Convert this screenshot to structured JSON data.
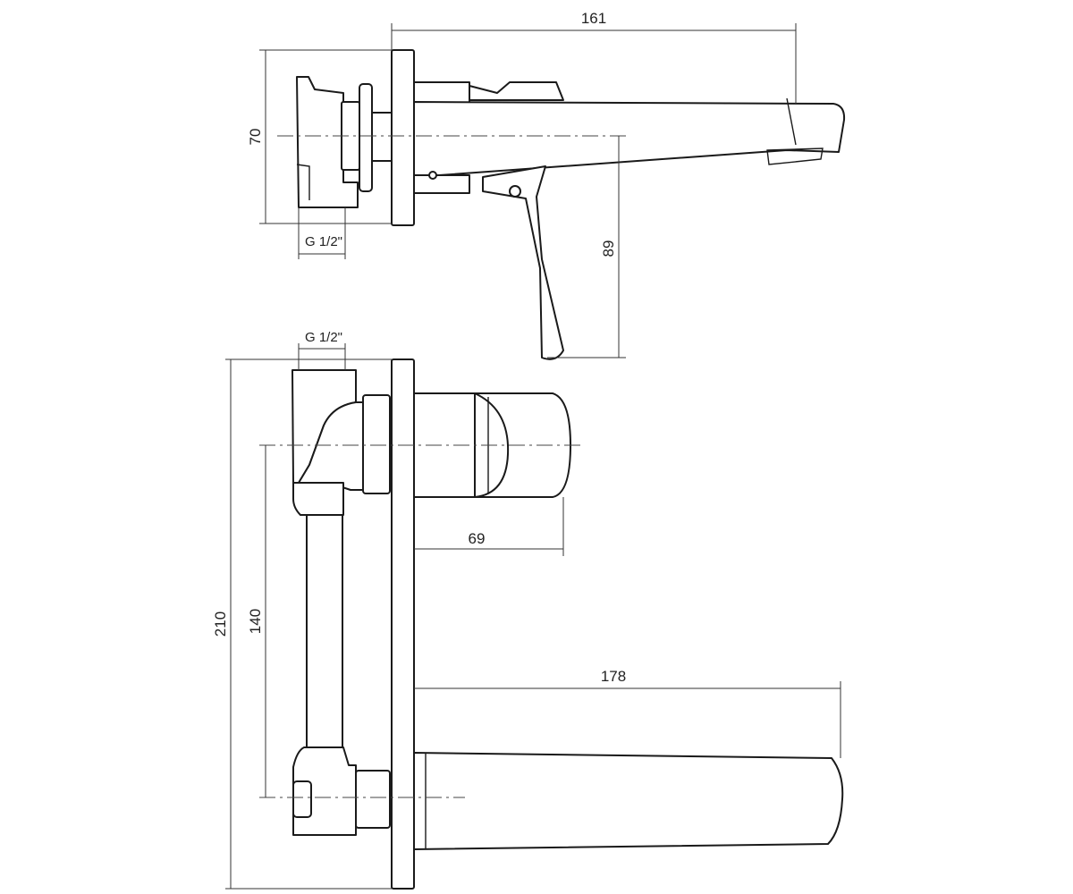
{
  "dimensions": {
    "top_width": "161",
    "top_height": "70",
    "top_thread": "G 1/2\"",
    "lever_drop": "89",
    "body_thread": "G 1/2\"",
    "handle_depth": "69",
    "total_height": "210",
    "axis_spacing": "140",
    "spout_length": "178"
  }
}
